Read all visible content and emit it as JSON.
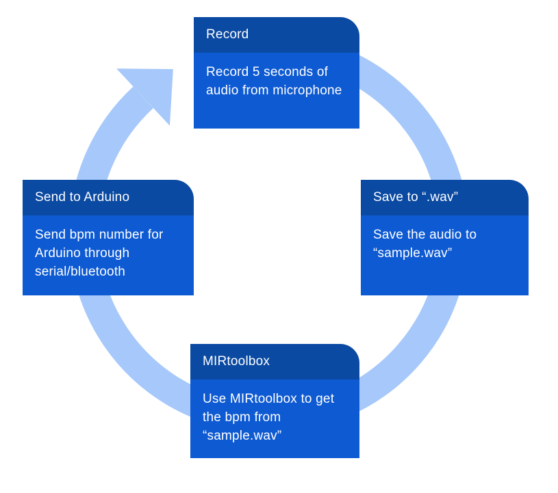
{
  "diagram": {
    "type": "cycle-flow",
    "direction": "clockwise",
    "colors": {
      "card_header_bg": "#0b4aa2",
      "card_body_bg": "#0e5ad2",
      "card_text": "#ffffff",
      "arrow_ring": "#a6c8fa",
      "background": "#ffffff"
    },
    "steps": [
      {
        "id": "record",
        "title": "Record",
        "description": "Record 5 seconds of\naudio from microphone"
      },
      {
        "id": "save-wav",
        "title": "Save to “.wav”",
        "description": "Save the audio to\n“sample.wav”"
      },
      {
        "id": "mirtoolbox",
        "title": "MIRtoolbox",
        "description": "Use MIRtoolbox to get\nthe bpm from\n“sample.wav”"
      },
      {
        "id": "send-arduino",
        "title": "Send to Arduino",
        "description": "Send bpm number for\nArduino through\nserial/bluetooth"
      }
    ]
  }
}
